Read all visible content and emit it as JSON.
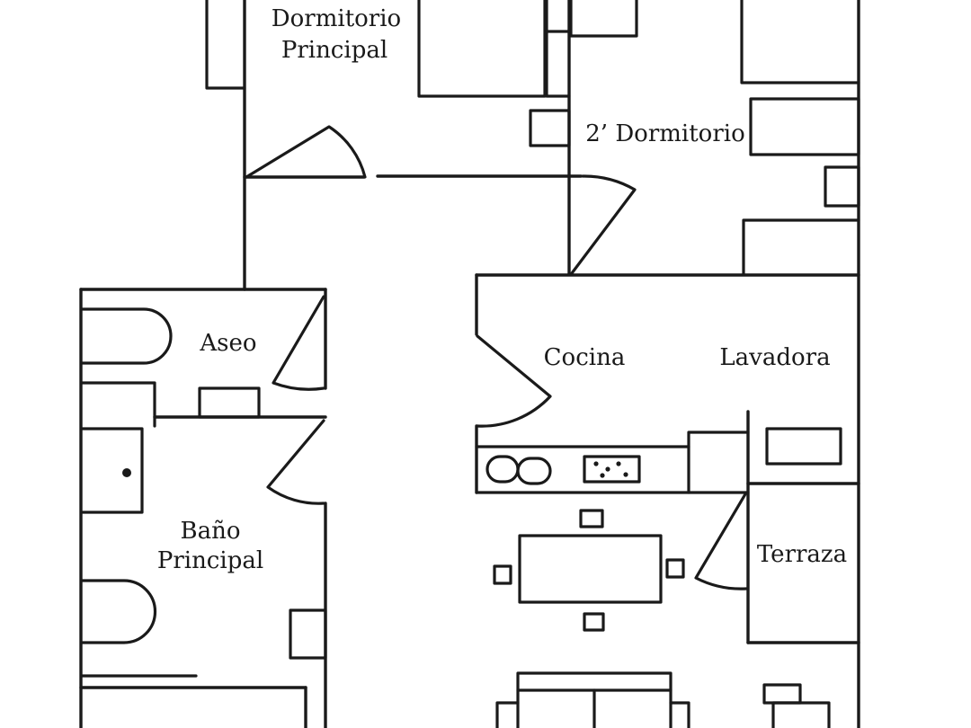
{
  "rooms": {
    "master_bedroom": {
      "line1": "Dormitorio",
      "line2": "Principal"
    },
    "second_bedroom": "2’ Dormitorio",
    "toilet": "Aseo",
    "kitchen": "Cocina",
    "laundry": "Lavadora",
    "main_bathroom": {
      "line1": "Baño",
      "line2": "Principal"
    },
    "terrace": "Terraza"
  },
  "colors": {
    "ink": "#1a1a1a",
    "background": "#ffffff"
  }
}
